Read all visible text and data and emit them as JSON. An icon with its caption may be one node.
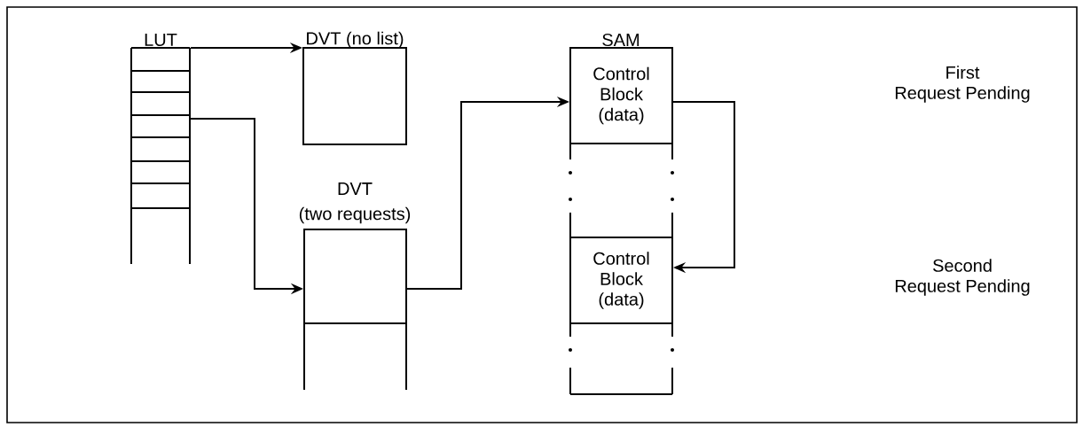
{
  "diagram": {
    "nodes": [
      {
        "text": [
          "LUT"
        ]
      },
      {
        "text": [
          "DVT (no list)"
        ]
      },
      {
        "text": [
          "DVT",
          "(two requests)"
        ]
      },
      {
        "text": [
          "SAM",
          "Control Block (data)"
        ]
      },
      {
        "text": [
          "Control Block (data)"
        ]
      }
    ],
    "edges": [
      {
        "from": 0,
        "to": 1,
        "arrow": "to"
      },
      {
        "from": 0,
        "to": 2,
        "arrow": "to"
      },
      {
        "from": 2,
        "to": 3,
        "arrow": "to"
      },
      {
        "from": 3,
        "to": 4,
        "arrow": "to"
      }
    ],
    "labels": [
      "First Request Pending",
      "Second Request Pending"
    ]
  }
}
